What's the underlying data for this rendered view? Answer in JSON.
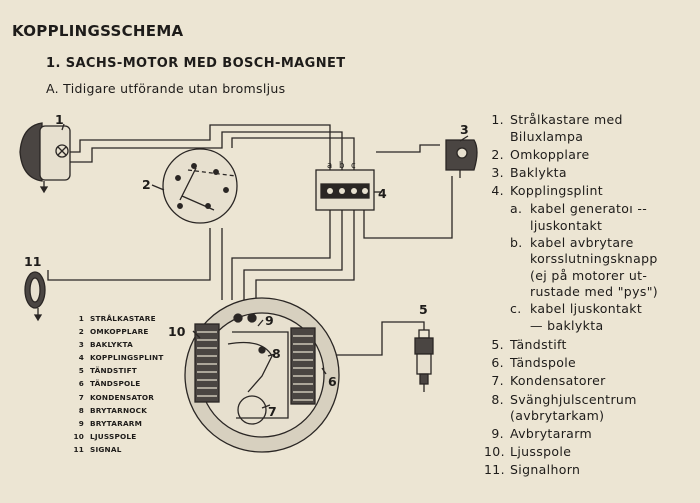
{
  "title": "KOPPLINGSSCHEMA",
  "subtitle": "1. SACHS-MOTOR MED BOSCH-MAGNET",
  "subtitle2": "A. Tidigare utförande utan bromsljus",
  "callouts": {
    "c1": "1",
    "c2": "2",
    "c3": "3",
    "c4": "4",
    "c5": "5",
    "c6": "6",
    "c7": "7",
    "c8": "8",
    "c9": "9",
    "c10": "10",
    "c11": "11"
  },
  "terminals": {
    "a": "a",
    "b": "b",
    "c": "c"
  },
  "legend": [
    {
      "num": "1.",
      "text": "Strålkastare med\nBiluxlampa"
    },
    {
      "num": "2.",
      "text": "Omkopplare"
    },
    {
      "num": "3.",
      "text": "Baklykta"
    },
    {
      "num": "4.",
      "text": "Kopplingsplint",
      "sub": [
        {
          "num": "a.",
          "text": "kabel generatoı --\nljuskontakt"
        },
        {
          "num": "b.",
          "text": "kabel avbrytare\nkorsslutningsknapp\n(ej på motorer ut-\nrustade med \"pys\")"
        },
        {
          "num": "c.",
          "text": "kabel ljuskontakt\n— baklykta"
        }
      ]
    },
    {
      "num": "5.",
      "text": "Tändstift"
    },
    {
      "num": "6.",
      "text": "Tändspole"
    },
    {
      "num": "7.",
      "text": "Kondensatorer"
    },
    {
      "num": "8.",
      "text": "Svänghjulscentrum\n(avbrytarkam)"
    },
    {
      "num": "9.",
      "text": "Avbrytararm"
    },
    {
      "num": "10.",
      "text": "Ljusspole"
    },
    {
      "num": "11.",
      "text": "Signalhorn"
    }
  ],
  "small_legend": [
    {
      "num": "1",
      "text": "STRÅLKASTARE"
    },
    {
      "num": "2",
      "text": "OMKOPPLARE"
    },
    {
      "num": "3",
      "text": "BAKLYKTA"
    },
    {
      "num": "4",
      "text": "KOPPLINGSPLINT"
    },
    {
      "num": "5",
      "text": "TÄNDSTIFT"
    },
    {
      "num": "6",
      "text": "TÄNDSPOLE"
    },
    {
      "num": "7",
      "text": "KONDENSATOR"
    },
    {
      "num": "8",
      "text": "BRYTARNOCK"
    },
    {
      "num": "9",
      "text": "BRYTARARM"
    },
    {
      "num": "10",
      "text": "LJUSSPOLE"
    },
    {
      "num": "11",
      "text": "SIGNAL"
    }
  ]
}
